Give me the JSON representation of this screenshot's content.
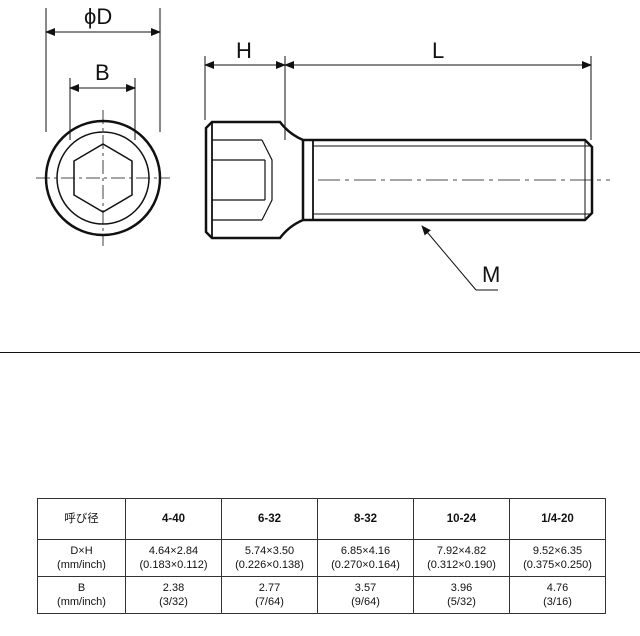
{
  "drawing": {
    "labels": {
      "phi_d": "ϕD",
      "b": "B",
      "h": "H",
      "l": "L",
      "m": "M"
    }
  },
  "table": {
    "header": [
      "呼び径",
      "4-40",
      "6-32",
      "8-32",
      "10-24",
      "1/4-20"
    ],
    "rows": [
      {
        "label": [
          "D×H",
          "(mm/inch)"
        ],
        "cells": [
          [
            "4.64×2.84",
            "(0.183×0.112)"
          ],
          [
            "5.74×3.50",
            "(0.226×0.138)"
          ],
          [
            "6.85×4.16",
            "(0.270×0.164)"
          ],
          [
            "7.92×4.82",
            "(0.312×0.190)"
          ],
          [
            "9.52×6.35",
            "(0.375×0.250)"
          ]
        ]
      },
      {
        "label": [
          "B",
          "(mm/inch)"
        ],
        "cells": [
          [
            "2.38",
            "(3/32)"
          ],
          [
            "2.77",
            "(7/64)"
          ],
          [
            "3.57",
            "(9/64)"
          ],
          [
            "3.96",
            "(5/32)"
          ],
          [
            "4.76",
            "(3/16)"
          ]
        ]
      }
    ]
  },
  "colors": {
    "ink": "#111111",
    "background": "#ffffff"
  }
}
